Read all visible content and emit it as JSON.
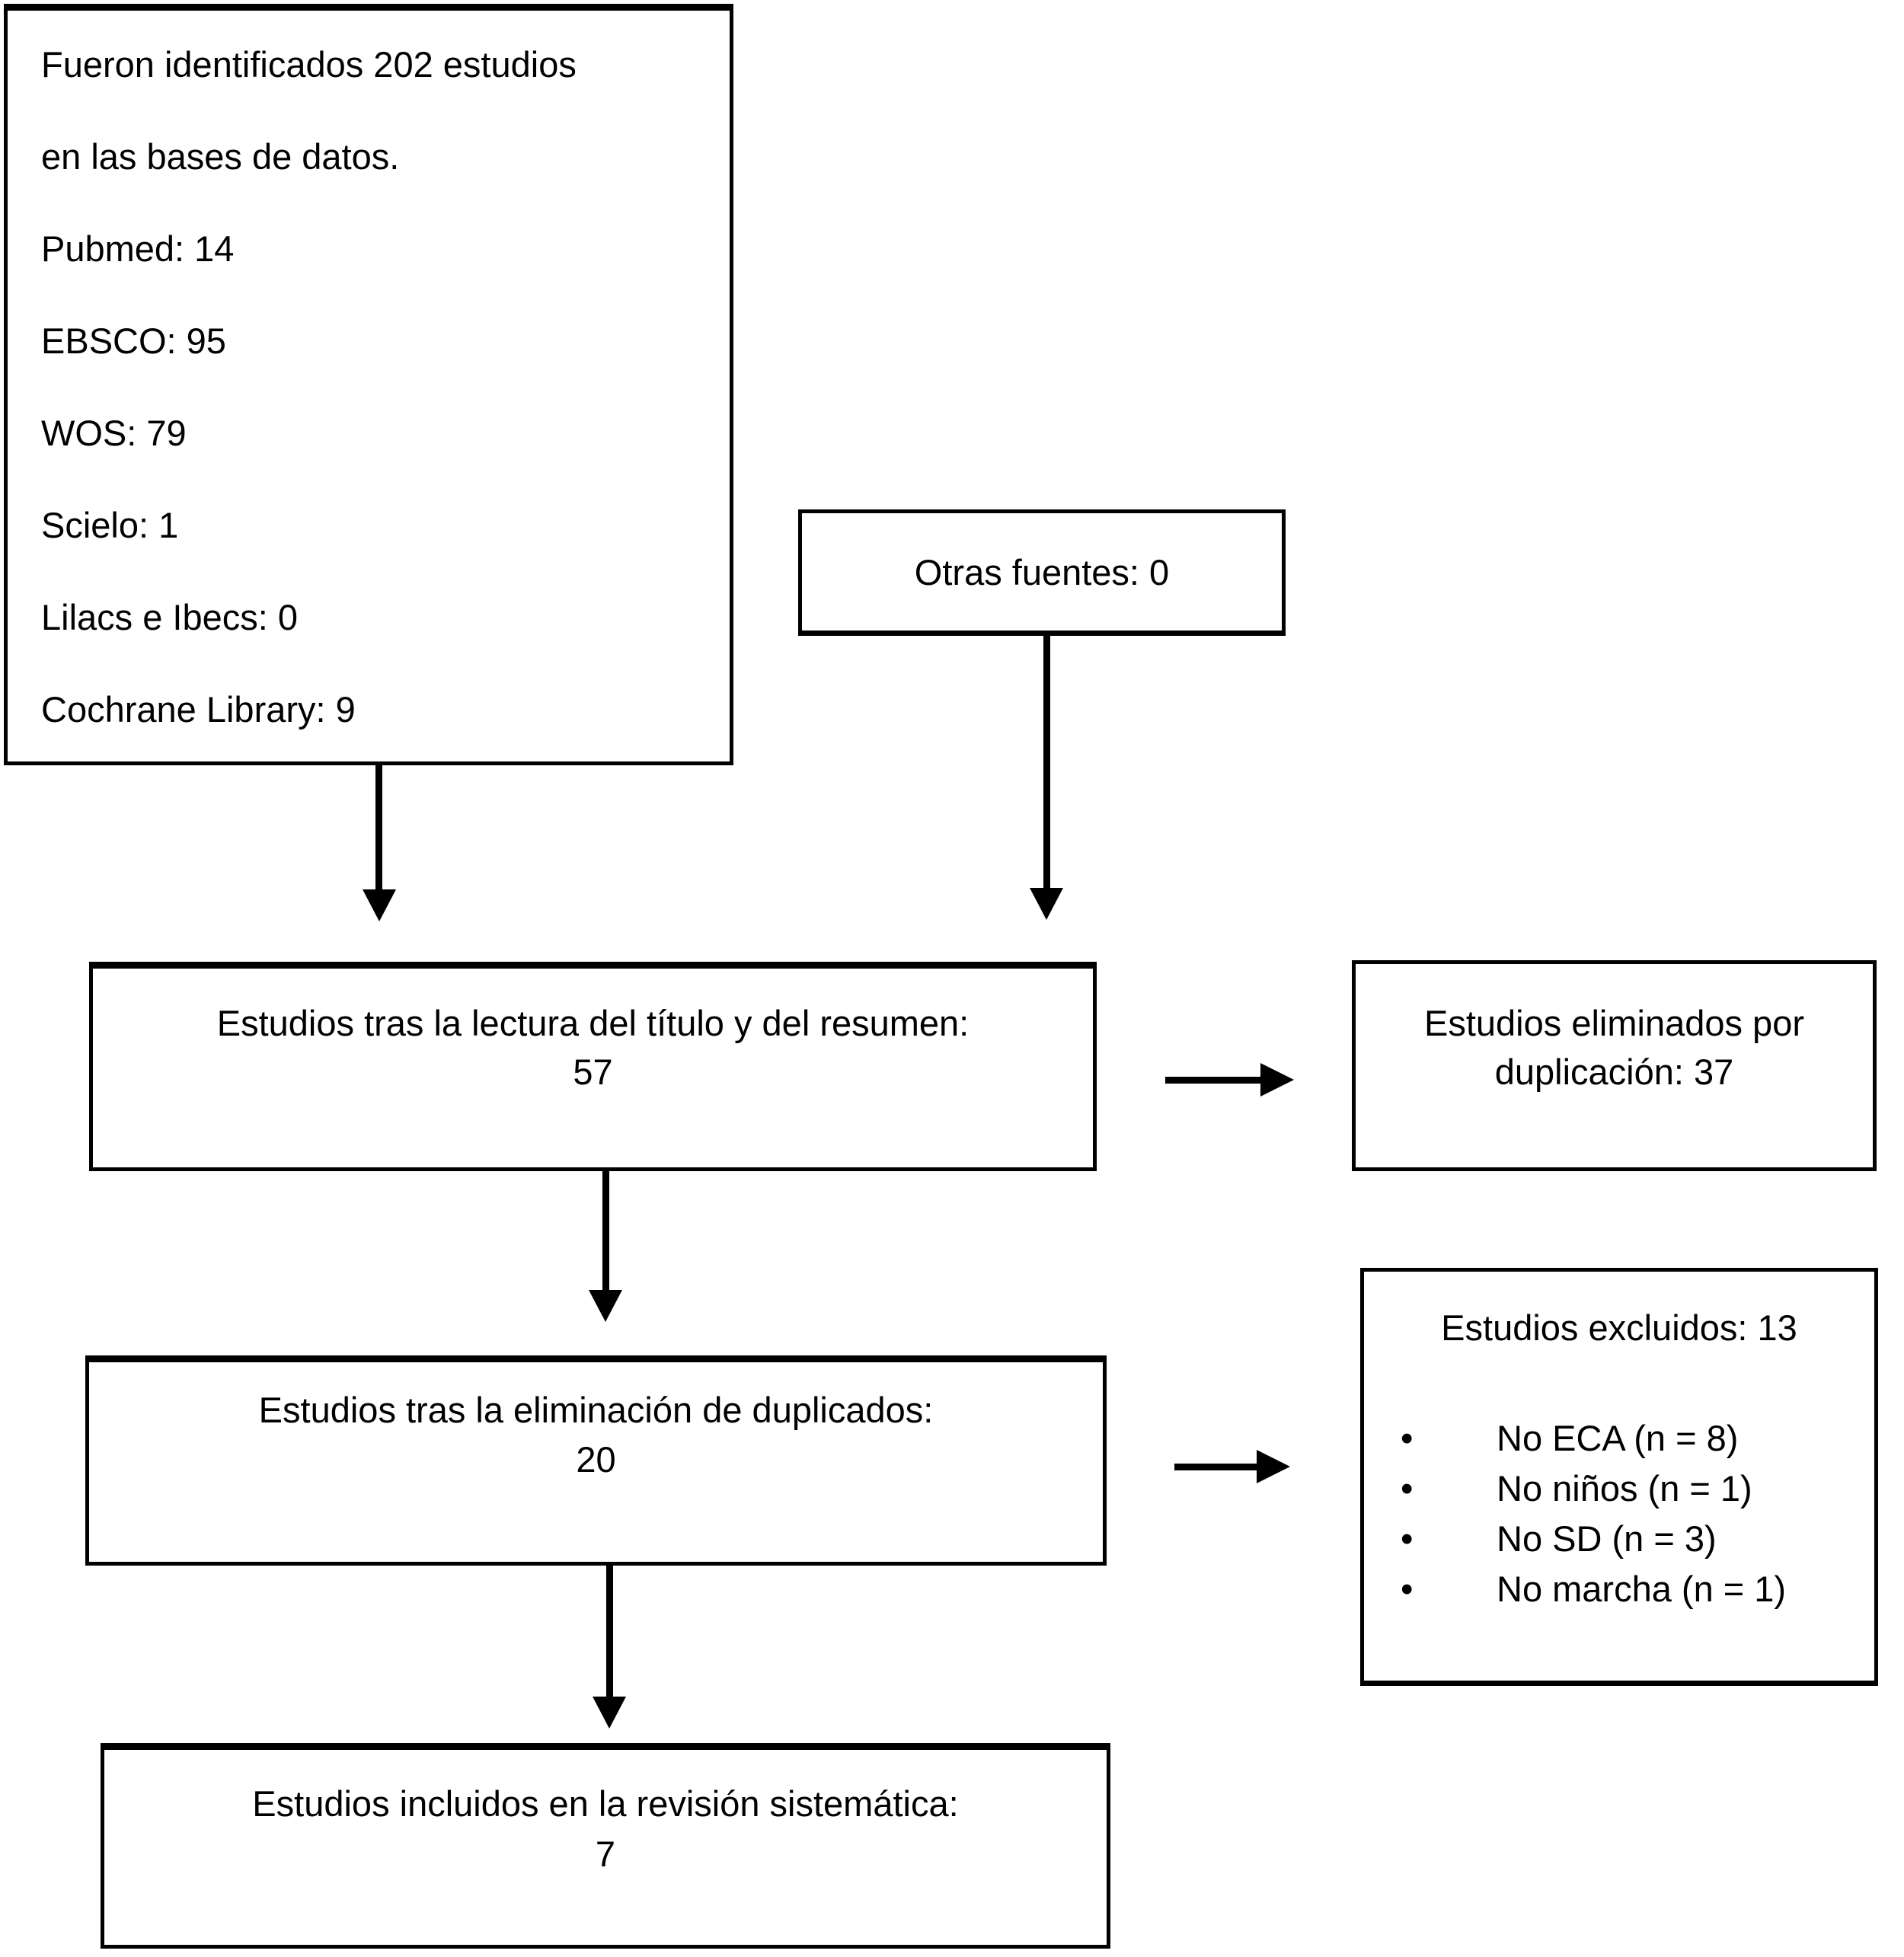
{
  "diagram": {
    "colors": {
      "line": "#000000",
      "background": "#ffffff"
    },
    "identified_box": {
      "lines": [
        "Fueron identificados 202 estudios",
        "en las bases de datos.",
        "Pubmed: 14",
        "EBSCO: 95",
        "WOS: 79",
        "Scielo: 1",
        "Lilacs e Ibecs: 0",
        "Cochrane Library: 9"
      ]
    },
    "other_sources_box": {
      "label": "Otras fuentes: 0"
    },
    "title_abstract_box": {
      "line1": "Estudios tras la lectura del título y del resumen:",
      "value": "57"
    },
    "duplicates_removed_box": {
      "line1": "Estudios eliminados por",
      "line2": "duplicación: 37"
    },
    "after_dedup_box": {
      "line1": "Estudios tras la eliminación de duplicados:",
      "value": "20"
    },
    "excluded_box": {
      "title": "Estudios excluidos: 13",
      "bullet": "•",
      "items": [
        "No ECA (n = 8)",
        "No niños (n = 1)",
        "No SD (n = 3)",
        "No marcha (n = 1)"
      ]
    },
    "included_box": {
      "line1": "Estudios incluidos en la revisión sistemática:",
      "value": "7"
    }
  }
}
